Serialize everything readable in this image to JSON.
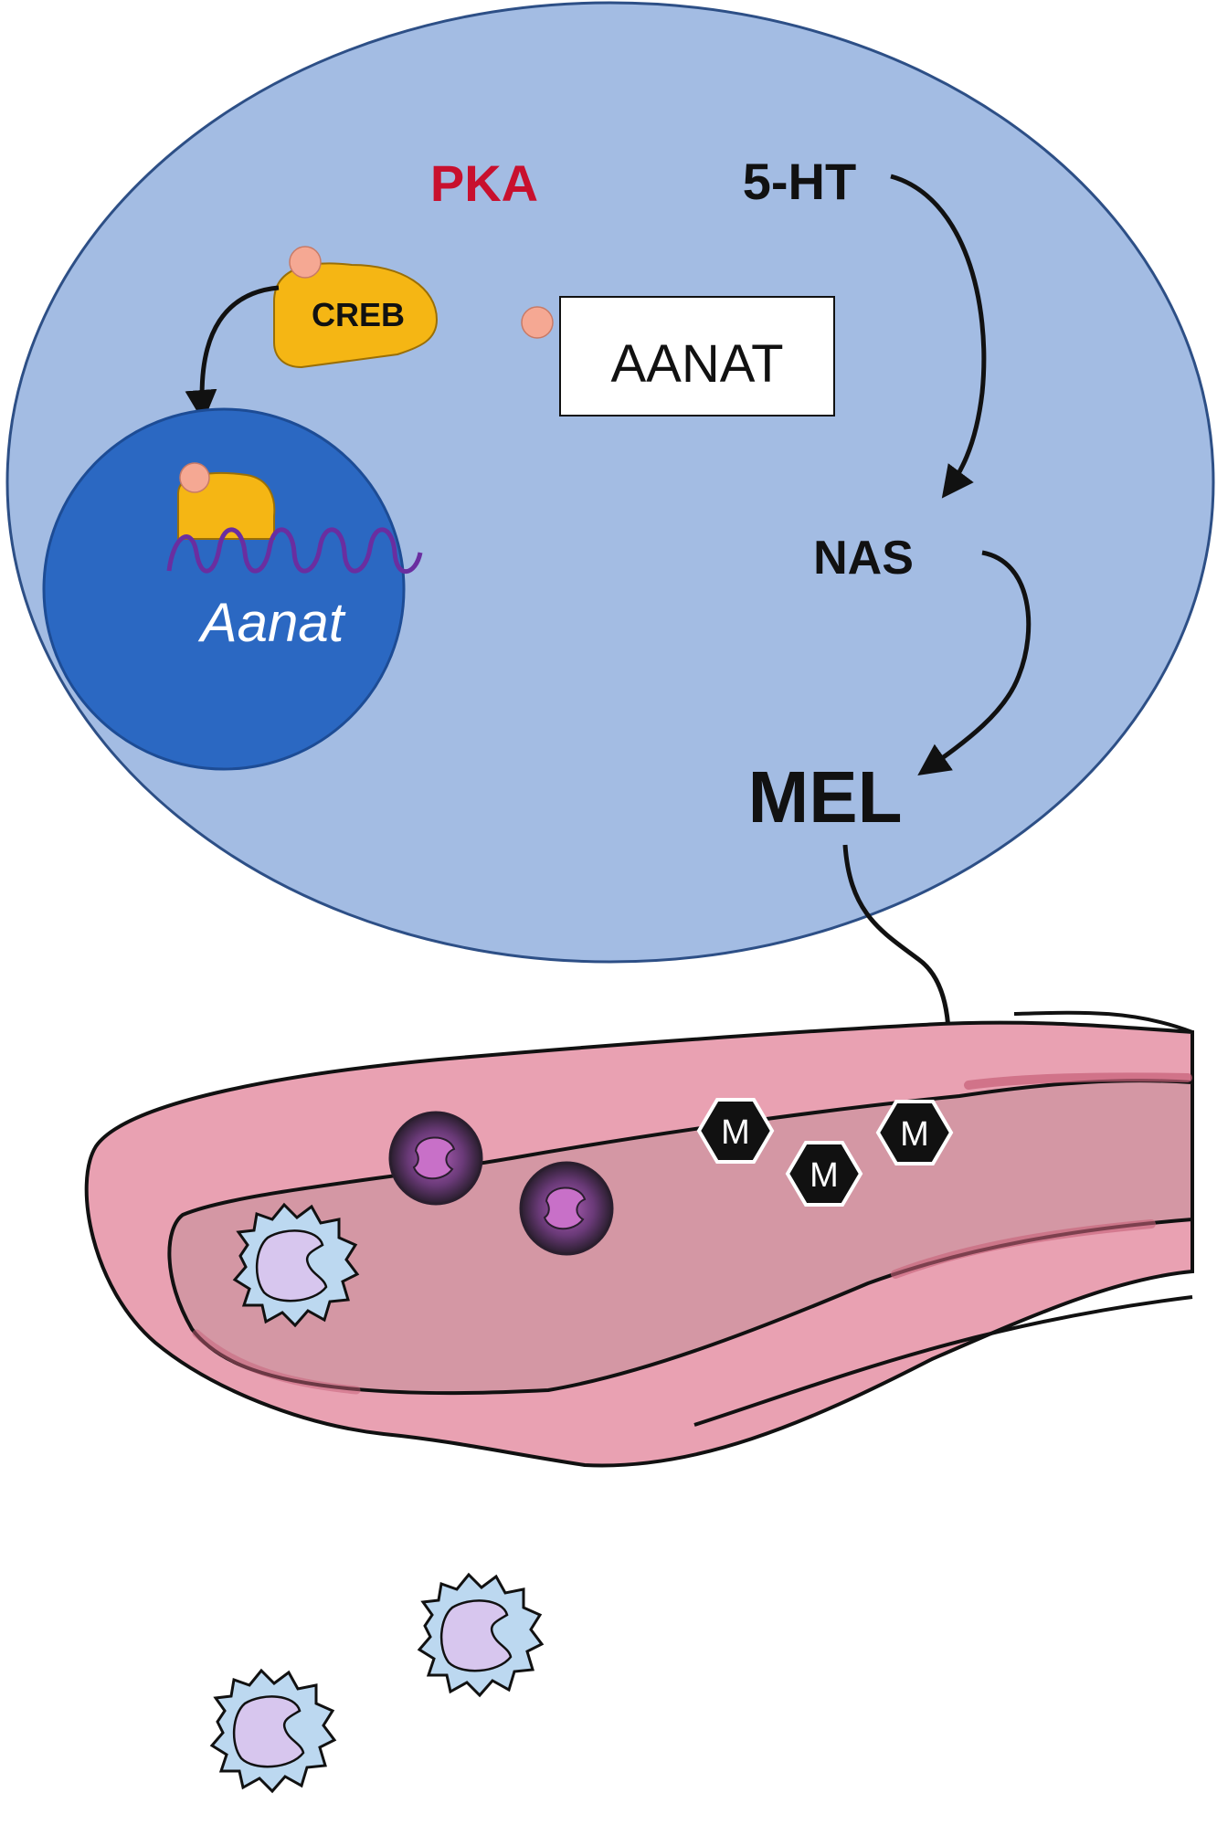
{
  "diagram": {
    "labels": {
      "pka": "PKA",
      "creb": "CREB",
      "aanat_protein": "AANAT",
      "aanat_gene": "Aanat",
      "serotonin": "5-HT",
      "nas": "NAS",
      "mel": "MEL"
    },
    "melatonin_marker": "M",
    "colors": {
      "cell": "#a3bce3",
      "nucleus": "#2b68c2",
      "creb": "#f5b614",
      "phosphate": "#f5a893",
      "pka_text": "#c8102e",
      "vessel_wall": "#e9a1b2",
      "vessel_lumen": "#d497a4",
      "immune_cell": "#bcd8f0",
      "immune_nucleus": "#d7c6ee",
      "neutrophil": "#3a2a3a",
      "dna": "#6a2ea0"
    }
  }
}
